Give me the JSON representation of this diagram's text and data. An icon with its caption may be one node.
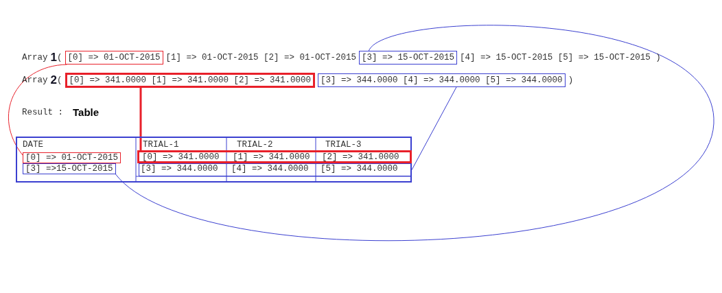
{
  "diagram": {
    "nodes": [
      {
        "text": [
          "[0] => 01-OCT-2015"
        ]
      },
      {
        "text": [
          "[3] => 15-OCT-2015"
        ]
      },
      {
        "text": [
          "[0] => 341.0000 [1] => 341.0000 [2] => 341.0000"
        ]
      },
      {
        "text": [
          "[3] => 344.0000 [4] => 344.0000 [5] => 344.0000"
        ]
      },
      {
        "text": [
          "[0] => 01-OCT-2015"
        ]
      },
      {
        "text": [
          "[3] =>15-OCT-2015"
        ]
      },
      {
        "text": [
          "[0] => 341.0000",
          "[1] => 341.0000",
          "[2] => 341.0000"
        ]
      },
      {
        "text": [
          "[3] => 344.0000",
          "[4] => 344.0000",
          "[5] => 344.0000"
        ]
      }
    ],
    "edges": [
      {
        "from": 0,
        "to": 4,
        "arrow": "none",
        "color": "#e8202a"
      },
      {
        "from": 1,
        "to": 5,
        "arrow": "none",
        "color": "#3a3fd0"
      },
      {
        "from": 2,
        "to": 6,
        "arrow": "none",
        "style": "thick",
        "color": "#e8202a"
      },
      {
        "from": 3,
        "to": 7,
        "arrow": "none",
        "color": "#3a3fd0"
      }
    ],
    "labels": [
      "Array",
      "1",
      "(",
      "[1] => 01-OCT-2015 [2] => 01-OCT-2015",
      "[4] => 15-OCT-2015 [5] => 15-OCT-2015 )",
      "Array",
      "2",
      "(",
      ")",
      "Result :",
      "Table",
      "DATE",
      "TRIAL-1",
      "TRIAL-2",
      "TRIAL-3"
    ]
  }
}
